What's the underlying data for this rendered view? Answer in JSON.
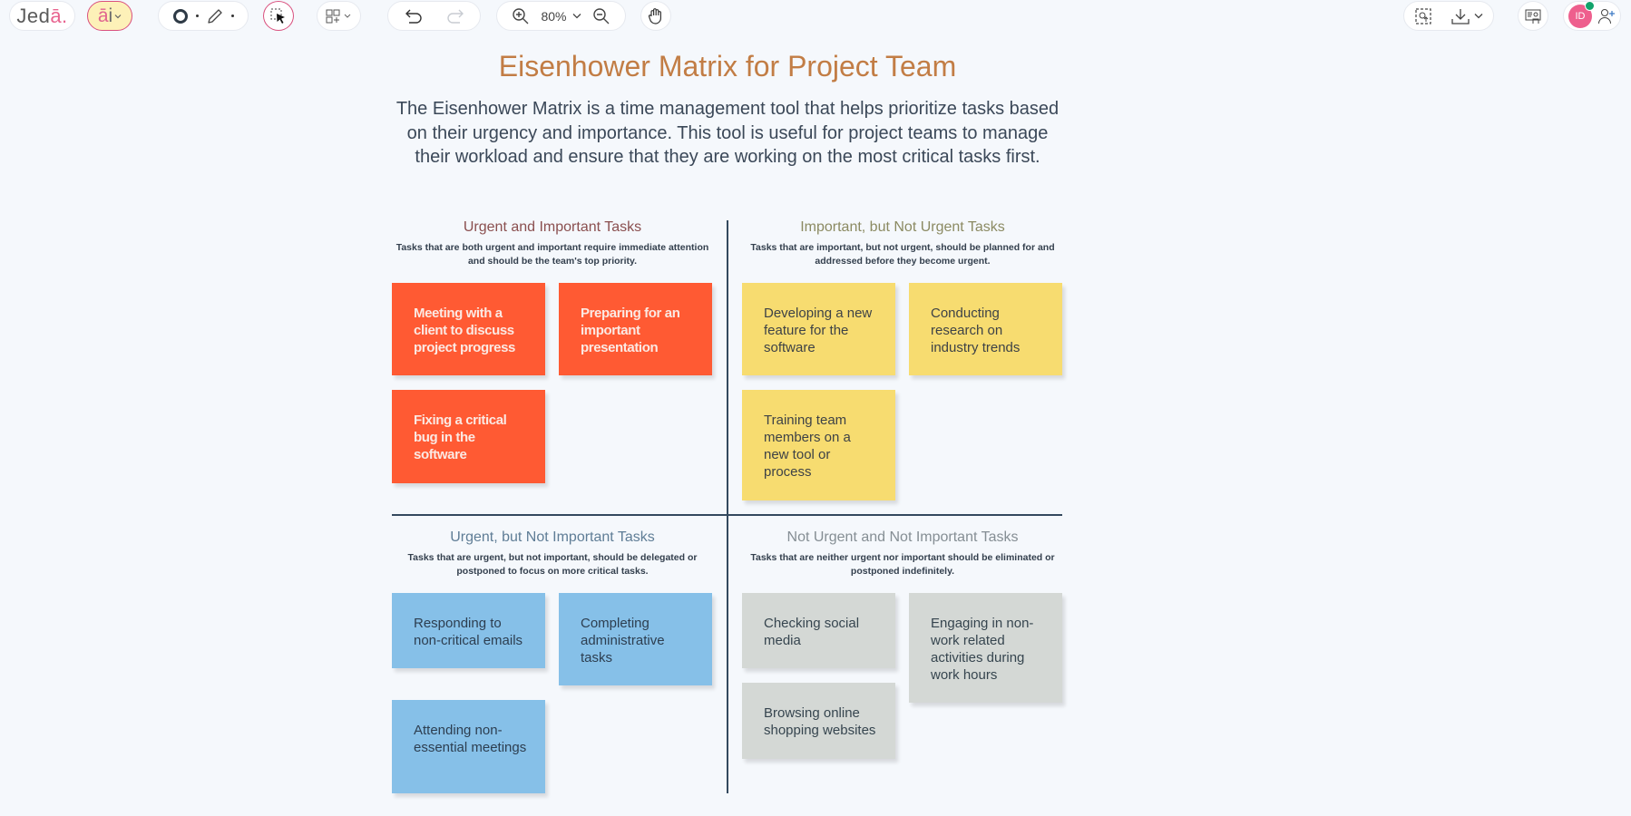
{
  "toolbar": {
    "logo": {
      "main": "Jed",
      "accent": "ā."
    },
    "ai_button": {
      "a": "ā",
      "i": "i",
      "chevron": "⌄"
    },
    "zoom_level": "80%",
    "avatar_initials": "ID",
    "colors": {
      "accent_pink": "#e8648f",
      "ai_bg": "#fdf1b8",
      "online": "#12a36b"
    }
  },
  "board": {
    "title": "Eisenhower Matrix for Project Team",
    "intro": "The Eisenhower Matrix is a time management tool that helps prioritize tasks based on their urgency and importance. This tool is useful for project teams to manage their workload and ensure that they are working on the most critical tasks first.",
    "quadrants": [
      {
        "title": "Urgent and Important Tasks",
        "description": "Tasks that are both urgent and important require immediate attention and should be the team's top priority.",
        "title_color": "#8a4f4f",
        "note_color": "#ff5a33",
        "notes": [
          "Meeting with a client to discuss project progress",
          "Preparing for an important presentation",
          "Fixing a critical bug in the software"
        ]
      },
      {
        "title": "Important, but Not Urgent Tasks",
        "description": "Tasks that are important, but not urgent, should be planned for and addressed before they become urgent.",
        "title_color": "#8b8a62",
        "note_color": "#f7dc70",
        "notes": [
          "Developing a new feature for the software",
          "Conducting research on industry trends",
          "Training team members on a new tool or process"
        ]
      },
      {
        "title": "Urgent, but Not Important Tasks",
        "description": "Tasks that are urgent, but not important, should be delegated or postponed to focus on more critical tasks.",
        "title_color": "#5f7d96",
        "note_color": "#86c0e8",
        "notes": [
          "Responding to non-critical emails",
          "Completing administrative tasks",
          "Attending non-essential meetings"
        ]
      },
      {
        "title": "Not Urgent and Not Important Tasks",
        "description": "Tasks that are neither urgent nor important should be eliminated or postponed indefinitely.",
        "title_color": "#858e94",
        "note_color": "#d4d8d5",
        "notes": [
          "Checking social media",
          "Engaging in non-work related activities during work hours",
          "Browsing online shopping websites"
        ]
      }
    ]
  }
}
